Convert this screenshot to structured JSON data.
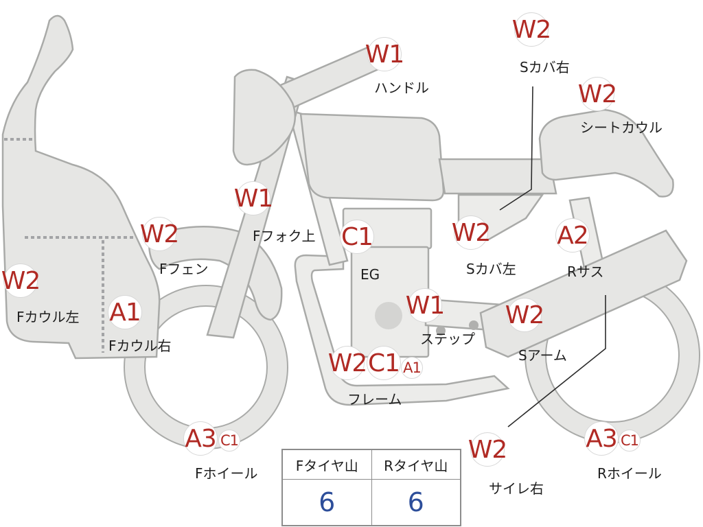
{
  "parts": [
    {
      "id": "f-cowl-left",
      "code": "W2",
      "label": "Fカウル左"
    },
    {
      "id": "f-cowl-right",
      "code": "A1",
      "label": "Fカウル右"
    },
    {
      "id": "f-fender",
      "code": "W2",
      "label": "Fフェン"
    },
    {
      "id": "f-fork-upper",
      "code": "W1",
      "label": "Fフォク上"
    },
    {
      "id": "handle",
      "code": "W1",
      "label": "ハンドル"
    },
    {
      "id": "s-cover-right",
      "code": "W2",
      "label": "Sカバ右"
    },
    {
      "id": "seat-cowl",
      "code": "W2",
      "label": "シートカウル"
    },
    {
      "id": "engine",
      "code": "C1",
      "label": "EG"
    },
    {
      "id": "s-cover-left",
      "code": "W2",
      "label": "Sカバ左"
    },
    {
      "id": "r-suspension",
      "code": "A2",
      "label": "Rサス"
    },
    {
      "id": "step",
      "code": "W1",
      "label": "ステップ"
    },
    {
      "id": "swing-arm",
      "code": "W2",
      "label": "Sアーム"
    },
    {
      "id": "frame",
      "codes": [
        "W2",
        "C1",
        "A1"
      ],
      "label": "フレーム"
    },
    {
      "id": "f-wheel",
      "codes": [
        "A3",
        "C1"
      ],
      "label": "Fホイール"
    },
    {
      "id": "r-wheel",
      "codes": [
        "A3",
        "C1"
      ],
      "label": "Rホイール"
    },
    {
      "id": "muffler-right",
      "code": "W2",
      "label": "サイレ右"
    }
  ],
  "tire_table": {
    "headers": [
      "Fタイヤ山",
      "Rタイヤ山"
    ],
    "values": [
      "6",
      "6"
    ]
  },
  "colors": {
    "part_fill": "#e6e6e4",
    "part_stroke": "#a9aaa8",
    "code_text": "#b02a24",
    "tire_value": "#2d4e9a"
  }
}
